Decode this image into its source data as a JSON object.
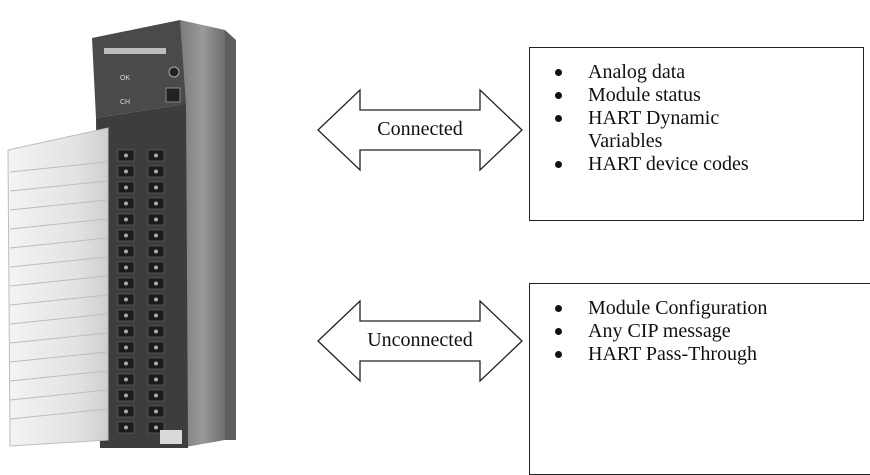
{
  "connected": {
    "label": "Connected",
    "items": [
      "Analog data",
      "Module status",
      "HART Dynamic\nVariables",
      "HART device codes"
    ]
  },
  "unconnected": {
    "label": "Unconnected",
    "items": [
      "Module Configuration",
      "Any CIP message",
      "HART Pass-Through"
    ]
  },
  "module": {
    "label_top_1": "OK",
    "label_top_2": "CH"
  },
  "colors": {
    "stroke": "#222222",
    "module_dark": "#3a3a3a",
    "module_mid": "#8a8a8a",
    "module_light": "#e9e9e9"
  }
}
